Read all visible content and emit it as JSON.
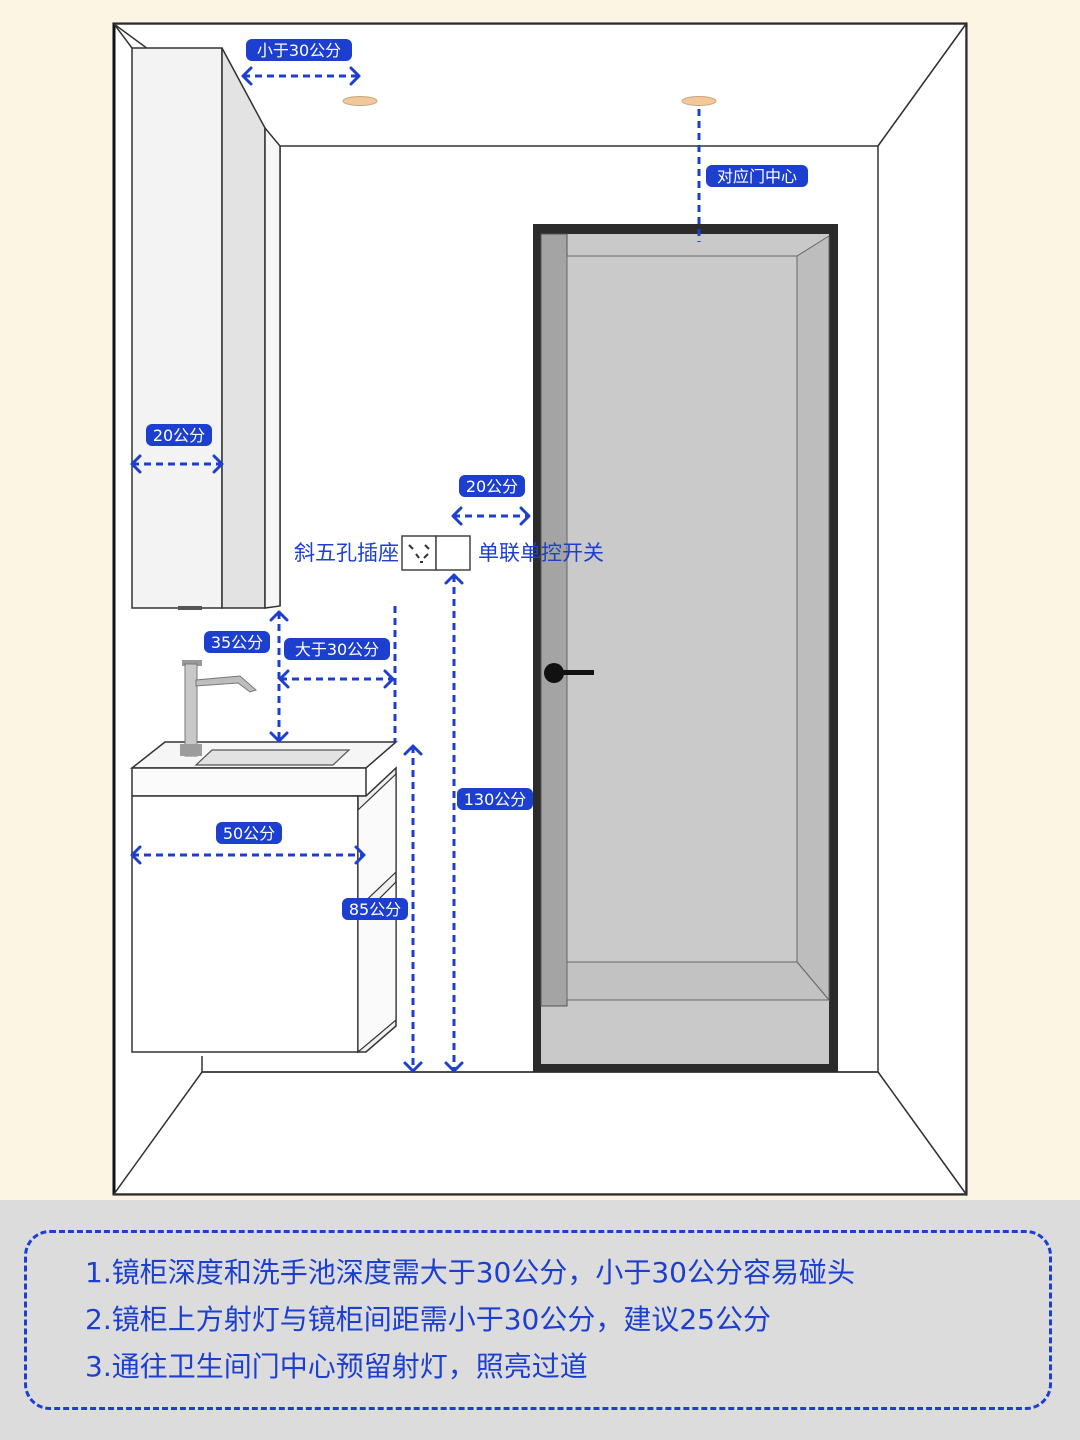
{
  "labels": {
    "light_gap": "小于30公分",
    "door_center": "对应门中心",
    "cabinet_depth": "20公分",
    "switch_gap": "20公分",
    "socket": "斜五孔插座",
    "switch": "单联单控开关",
    "cabinet_to_basin": "35公分",
    "basin_clearance": "大于30公分",
    "socket_height": "130公分",
    "basin_depth": "50公分",
    "vanity_height": "85公分"
  },
  "notes": [
    "1.镜柜深度和洗手池深度需大于30公分，小于30公分容易碰头",
    "2.镜柜上方射灯与镜柜间距需小于30公分，建议25公分",
    "3.通往卫生间门中心预留射灯，照亮过道"
  ],
  "colors": {
    "background": "#fdf5e4",
    "accent": "#1d3fd0",
    "panel": "#dcdcdc",
    "door_frame": "#2b2b2b"
  }
}
